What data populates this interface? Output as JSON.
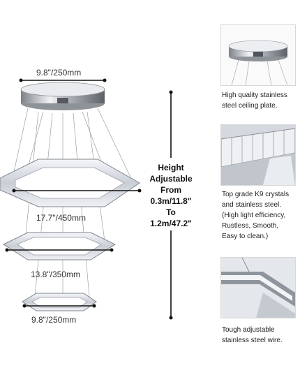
{
  "product": {
    "dimensions": {
      "ceiling_plate": "9.8\"/250mm",
      "large_ring": "17.7\"/450mm",
      "medium_ring": "13.8\"/350mm",
      "small_ring": "9.8\"/250mm"
    },
    "height": {
      "line1": "Height",
      "line2": "Adjustable",
      "line3": "From",
      "line4": "0.3m/11.8\"",
      "line5": "To",
      "line6": "1.2m/47.2\""
    },
    "features": [
      {
        "icon": "ceiling-plate-detail",
        "lines": [
          "High quality stainless",
          "steel ceiling plate."
        ]
      },
      {
        "icon": "crystal-detail",
        "lines": [
          "Top grade K9 crystals",
          "and stainless steel.",
          "(High light efficiency,",
          "Rustless,   Smooth,",
          "Easy to clean.)"
        ]
      },
      {
        "icon": "wire-detail",
        "lines": [
          "Tough adjustable",
          "stainless steel wire."
        ]
      }
    ],
    "colors": {
      "chrome": "#bfc3c8",
      "crystal": "#e6e9ee",
      "arrow": "#111111"
    }
  }
}
